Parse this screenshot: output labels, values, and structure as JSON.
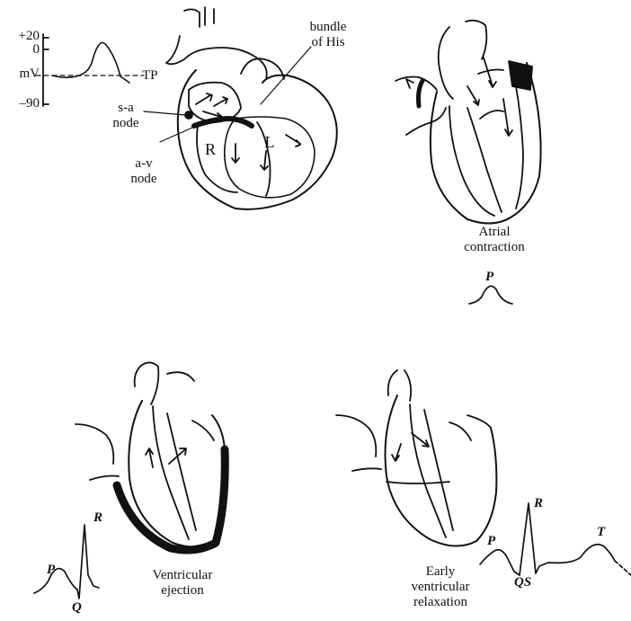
{
  "panel_top_left": {
    "scale": {
      "plus20": "+20",
      "zero": "0",
      "unit": "mV",
      "minus90": "–90",
      "threshold": "TP"
    },
    "labels": {
      "sa_node": "s-a\nnode",
      "av_node": "a-v\nnode",
      "bundle": "bundle\nof His",
      "right_chamber": "R",
      "left_chamber": "L"
    }
  },
  "panel_top_right": {
    "caption": "Atrial\ncontraction",
    "wave_p": "P"
  },
  "panel_bottom_left": {
    "caption": "Ventricular\nejection",
    "wave_p": "P",
    "wave_q": "Q",
    "wave_r": "R"
  },
  "panel_bottom_right": {
    "caption": "Early\nventricular\nrelaxation",
    "wave_p": "P",
    "wave_qs": "QS",
    "wave_r": "R",
    "wave_t": "T"
  },
  "colors": {
    "ink": "#111111",
    "background": "#ffffff"
  }
}
